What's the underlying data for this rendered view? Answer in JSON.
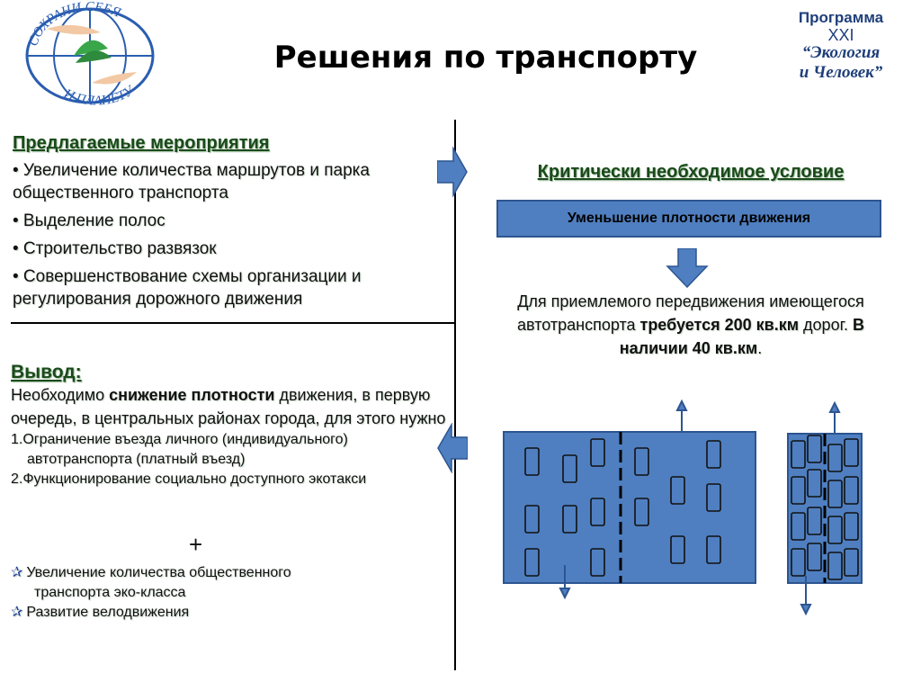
{
  "title": "Решения по транспорту",
  "logo_left": {
    "text_top": "СОХРАНИ СЕБЯ",
    "text_bottom": "И ПЛАНЕТУ"
  },
  "logo_right": {
    "line1": "Программа",
    "line2": "XXI",
    "line3": "“Экология",
    "line4": "и Человек”"
  },
  "measures": {
    "heading": "Предлагаемые мероприятия",
    "items": [
      "• Увеличение количества маршрутов и парка общественного транспорта",
      "• Выделение полос",
      "• Строительство развязок",
      "• Совершенствование схемы организации и регулирования дорожного движения"
    ]
  },
  "conclusion": {
    "heading": "Вывод:",
    "para_start": "Необходимо ",
    "para_bold": "снижение плотности",
    "para_end": " движения, в первую очередь, в центральных районах города, для этого нужно",
    "item1_line1": "1.Ограничение въезда личного (индивидуального)",
    "item1_line2": "автотранспорта (платный въезд)",
    "item2": "2.Функционирование социально доступного экотакси",
    "plus": "+",
    "star1_line1": "Увеличение количества общественного",
    "star1_line2": "транспорта эко-класса",
    "star2": "Развитие велодвижения",
    "star_glyph": "✰"
  },
  "critical": {
    "heading": "Критически необходимое условие",
    "box": "Уменьшение плотности движения",
    "req_1": "Для приемлемого передвижения имеющегося автотранспорта ",
    "req_bold1": "требуется 200 кв.км",
    "req_2": " дорог. ",
    "req_bold2": "В наличии 40 кв.км",
    "req_3": "."
  },
  "colors": {
    "accent_blue": "#4f7fc0",
    "heading_green": "#1a4a1a"
  },
  "icons": [
    "globe-logo-icon",
    "arrow-right-icon",
    "arrow-left-icon",
    "arrow-down-icon",
    "road-diagram-icon",
    "car-icon"
  ]
}
